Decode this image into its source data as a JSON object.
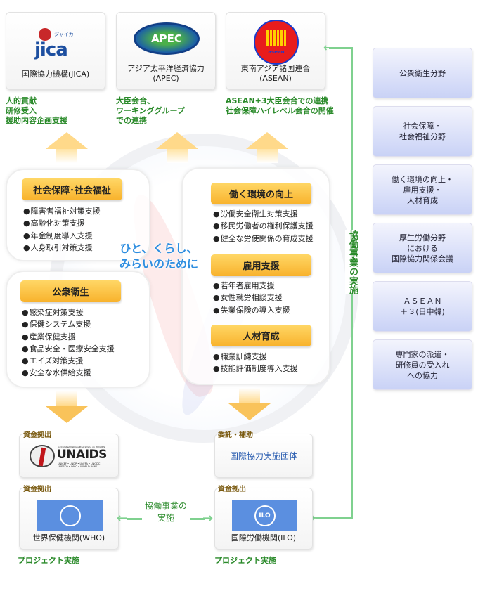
{
  "orgs_top": [
    {
      "name": "国際協力機構(JICA)",
      "logo": "JICA",
      "logo_sub": "ジャイカ",
      "notes": [
        "人的貢献",
        "研修受入",
        "援助内容企画支援"
      ]
    },
    {
      "name": "アジア太平洋経済協力\n(APEC)",
      "logo": "APEC",
      "notes": [
        "大臣会合、",
        "ワーキンググループ",
        "での連携"
      ]
    },
    {
      "name": "東南アジア諸国連合\n(ASEAN)",
      "logo": "asean",
      "notes": [
        "ASEAN+3大臣会合での連携",
        "社会保障ハイレベル会合の開催"
      ]
    }
  ],
  "vertical_label": "協働事業の実施",
  "right_fields": [
    "公衆衛生分野",
    "社会保障・\n社会福祉分野",
    "働く環境の向上・\n雇用支援・\n人材育成",
    "厚生労働分野\nにおける\n国際協力関係会議",
    "ＡＳＥＡＮ\n＋３(日中韓)",
    "専門家の派遣・\n研修員の受入れ\nへの協力"
  ],
  "center_slogan": [
    "ひと、くらし、",
    "みらいのために"
  ],
  "groups": {
    "social": {
      "title": "社会保障･社会福祉",
      "items": [
        "障害者福祉対策支援",
        "高齢化対策支援",
        "年金制度導入支援",
        "人身取引対策支援"
      ]
    },
    "health": {
      "title": "公衆衛生",
      "items": [
        "感染症対策支援",
        "保健システム支援",
        "産業保健支援",
        "食品安全・医療安全支援",
        "エイズ対策支援",
        "安全な水供給支援"
      ]
    },
    "work": {
      "title": "働く環境の向上",
      "items": [
        "労働安全衛生対策支援",
        "移民労働者の権利保護支援",
        "健全な労使関係の育成支援"
      ]
    },
    "employment": {
      "title": "雇用支援",
      "items": [
        "若年者雇用支援",
        "女性就労相談支援",
        "失業保険の導入支援"
      ]
    },
    "hr": {
      "title": "人材育成",
      "items": [
        "職業訓練支援",
        "技能評価制度導入支援"
      ]
    }
  },
  "bottom": {
    "unaids": {
      "label": "資金拠出",
      "logo": "UNAIDS",
      "logo_top": "Joint United Nations Programme on HIV/AIDS",
      "logo_bottom": "UNICEF • UNDP • UNFPA • UNODC\nUNESCO • WHO • WORLD BANK"
    },
    "partner": {
      "label": "委託・補助",
      "name": "国際協力実施団体"
    },
    "who": {
      "label": "資金拠出",
      "name": "世界保健機関(WHO)",
      "note": "プロジェクト実施"
    },
    "ilo": {
      "label": "資金拠出",
      "name": "国際労働機関(ILO)",
      "logo": "ILO",
      "note": "プロジェクト実施"
    },
    "collab": "協働事業の\n実施"
  },
  "colors": {
    "green": "#2a8a2a",
    "orange": "#f8b22c",
    "blue_text": "#2e8ee0",
    "un_blue": "#5b8fe0"
  }
}
